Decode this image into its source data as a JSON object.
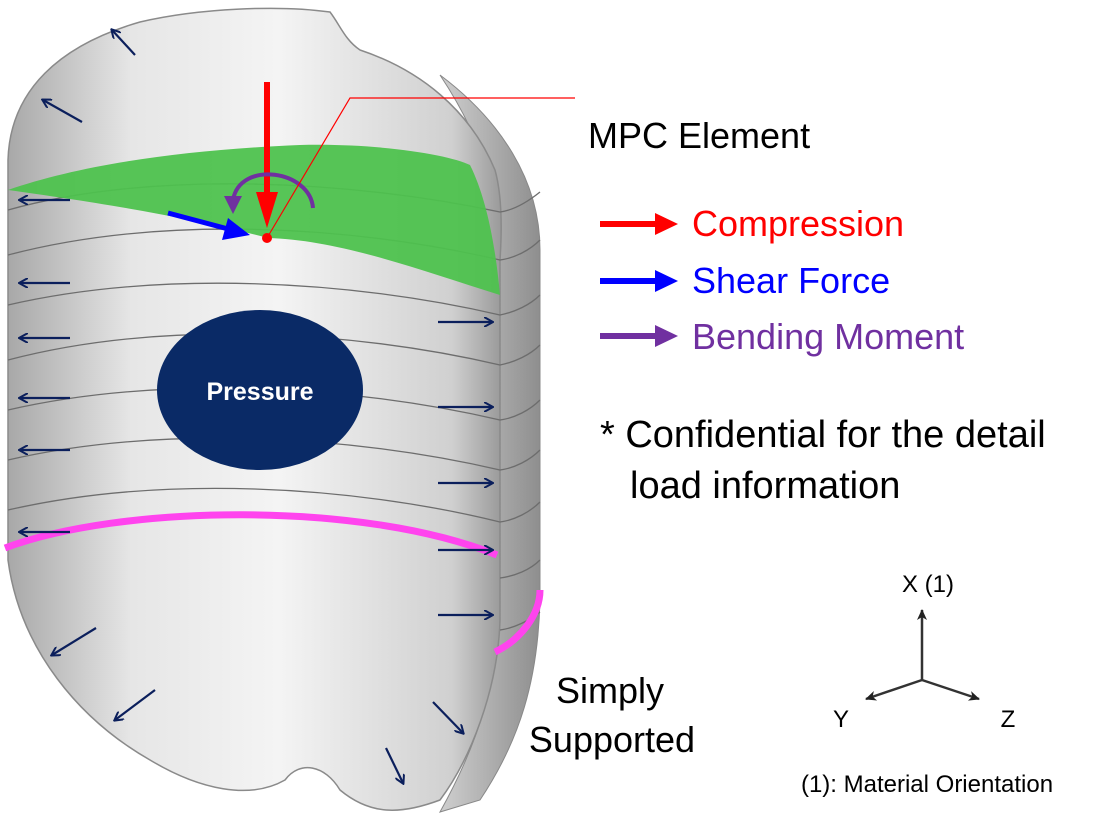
{
  "callouts": {
    "mpc_element": "MPC Element",
    "simply_supported_line1": "Simply",
    "simply_supported_line2": "Supported",
    "pressure": "Pressure"
  },
  "legend": [
    {
      "label": "Compression",
      "color": "#ff0000"
    },
    {
      "label": "Shear Force",
      "color": "#0000ff"
    },
    {
      "label": "Bending Moment",
      "color": "#7030a0"
    }
  ],
  "note": {
    "line1": "* Confidential for the detail",
    "line2": "load information"
  },
  "axes": {
    "x_label": "X (1)",
    "y_label": "Y",
    "z_label": "Z",
    "caption": "(1): Material Orientation"
  },
  "colors": {
    "shell": "#d8d8d8",
    "green_band": "#4ec24e",
    "pink_ring": "#ff44ee",
    "pressure_fill": "#0a2a66",
    "pressure_arrow": "#0b1f5c"
  }
}
